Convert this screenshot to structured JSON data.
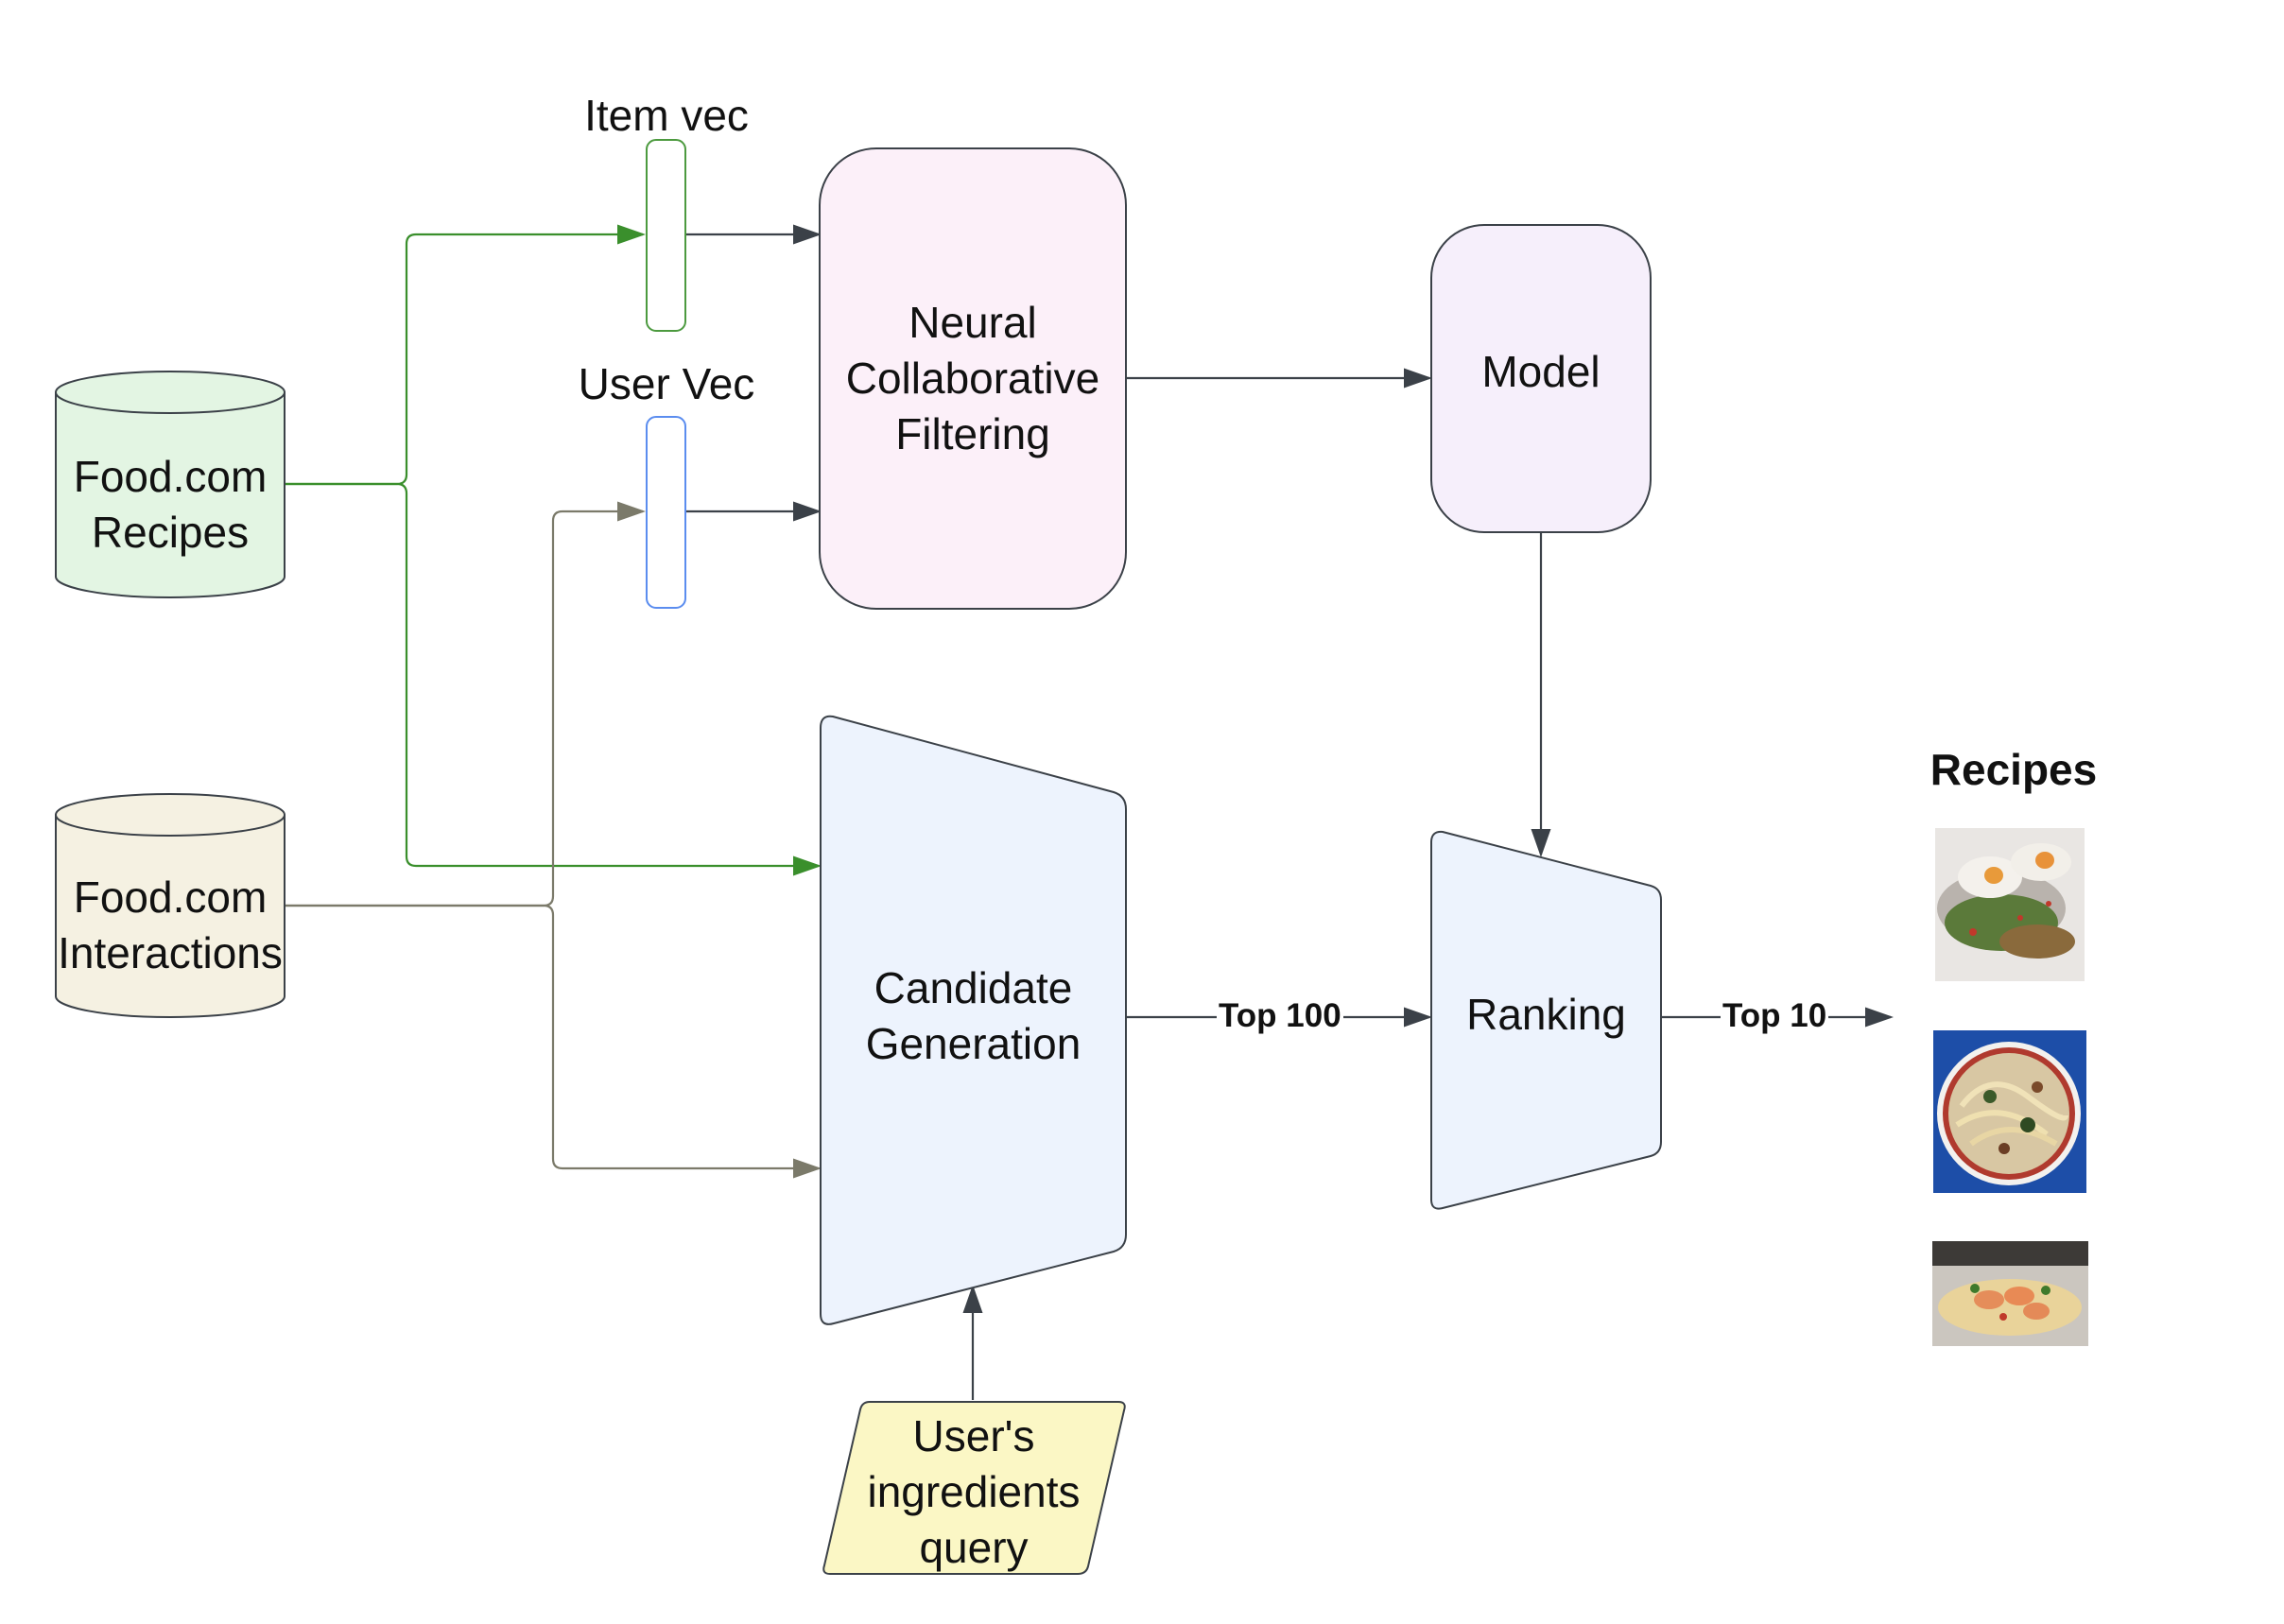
{
  "nodes": {
    "recipes_db": "Food.com\nRecipes",
    "interactions_db": "Food.com\nInteractions",
    "item_vec_label": "Item vec",
    "user_vec_label": "User Vec",
    "ncf": "Neural\nCollaborative\nFiltering",
    "model": "Model",
    "candidate_generation": "Candidate\nGeneration",
    "ranking": "Ranking",
    "user_query": "User's\ningredients\nquery",
    "output_title": "Recipes"
  },
  "edges": {
    "top100": "Top 100",
    "top10": "Top 10"
  },
  "colors": {
    "green_db": "#e3f5e3",
    "cream_db": "#f5f1e2",
    "pink": "#fcf0f9",
    "lavender": "#f6effb",
    "blue_trap": "#edf3fd",
    "yellow_query": "#fbf7c5",
    "green_edge": "#3a8f2c",
    "brown_edge": "#7b7a6a",
    "dark_edge": "#3b4148",
    "item_vec_border": "#4c9a3f",
    "user_vec_border": "#5b8def"
  },
  "images": [
    "fried-eggs-avocado-toast-image",
    "noodle-bowl-image",
    "shrimp-pasta-image"
  ]
}
